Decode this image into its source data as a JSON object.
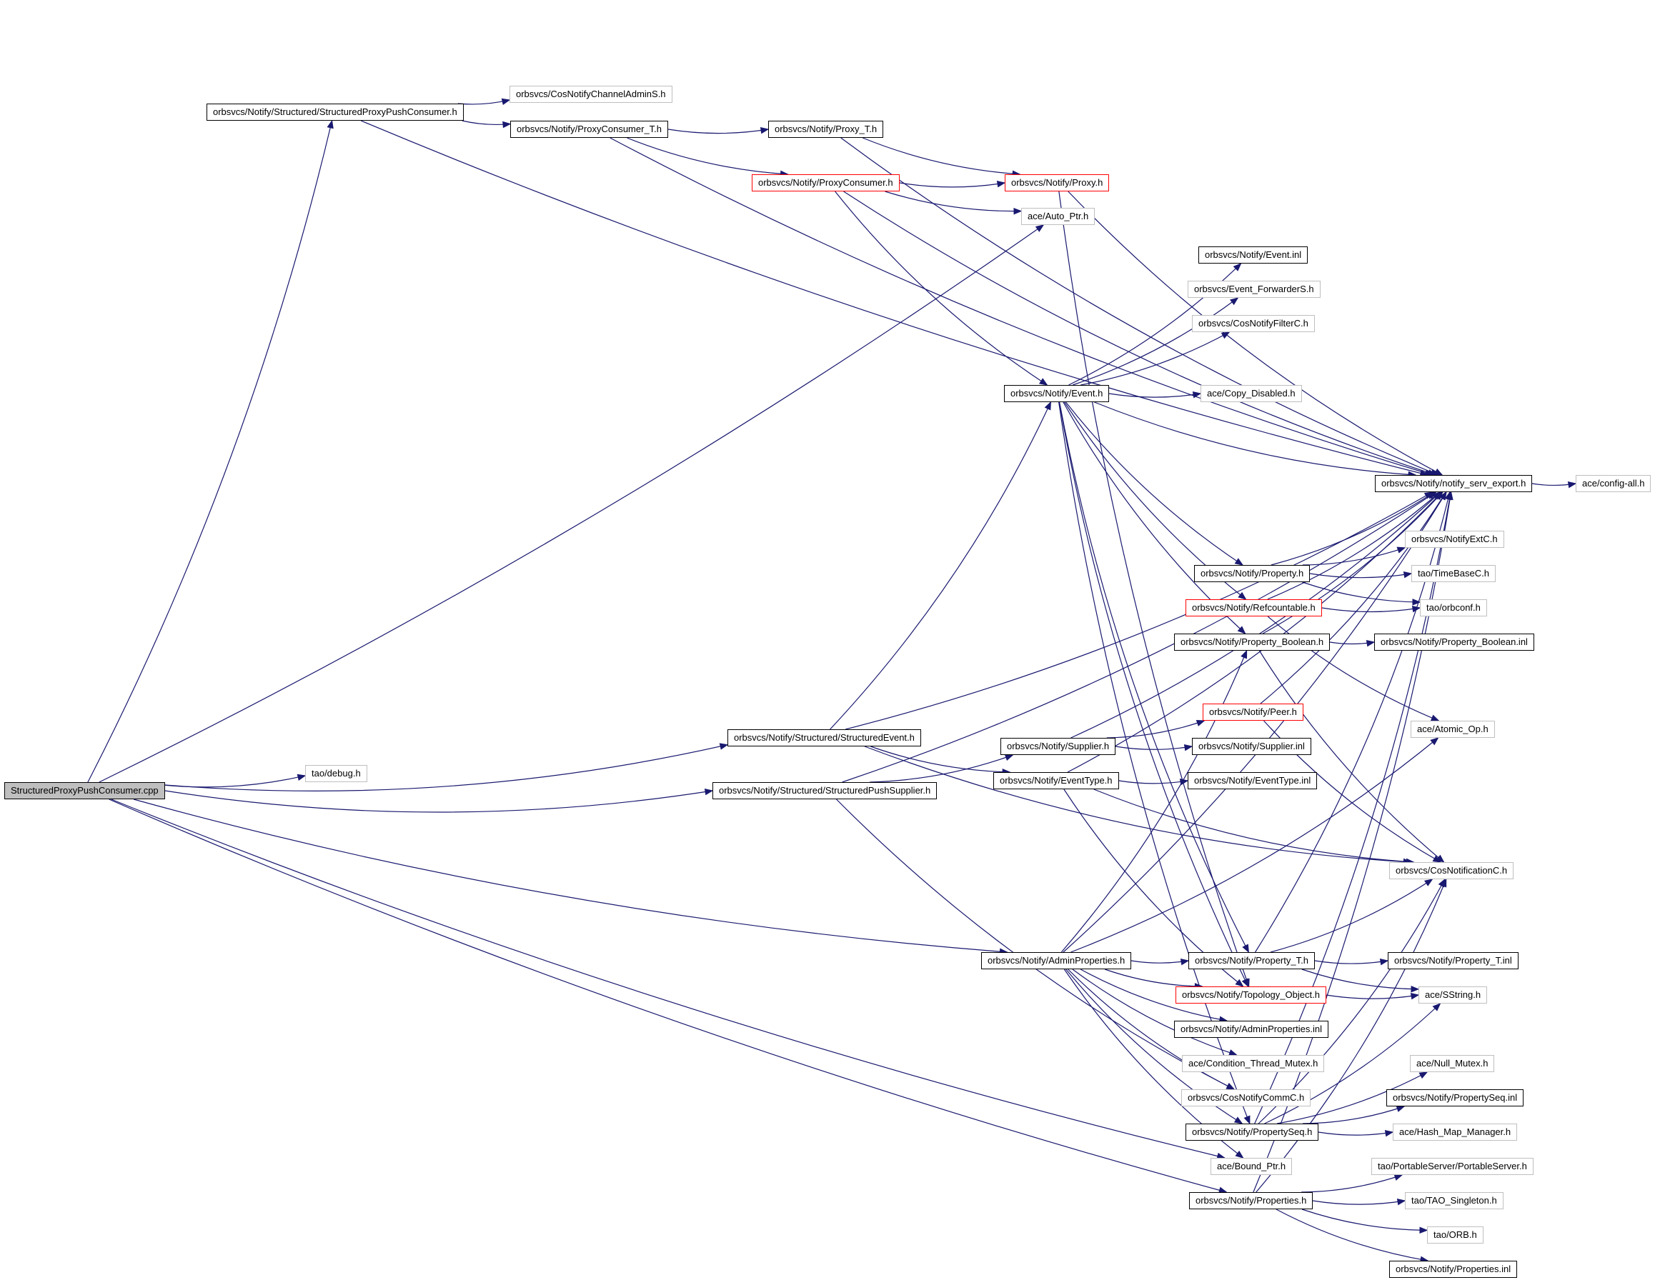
{
  "graph": {
    "nodes": {
      "root": "StructuredProxyPushConsumer.cpp",
      "sppc_h": "orbsvcs/Notify/Structured/StructuredProxyPushConsumer.h",
      "cosnotify_chanadmin_s": "orbsvcs/CosNotifyChannelAdminS.h",
      "proxyconsumer_t": "orbsvcs/Notify/ProxyConsumer_T.h",
      "proxy_t": "orbsvcs/Notify/Proxy_T.h",
      "proxyconsumer": "orbsvcs/Notify/ProxyConsumer.h",
      "proxy": "orbsvcs/Notify/Proxy.h",
      "auto_ptr": "ace/Auto_Ptr.h",
      "event_inl": "orbsvcs/Notify/Event.inl",
      "event_forwarder_s": "orbsvcs/Event_ForwarderS.h",
      "cosnotifyfilter_c": "orbsvcs/CosNotifyFilterC.h",
      "event_h": "orbsvcs/Notify/Event.h",
      "copy_disabled": "ace/Copy_Disabled.h",
      "notify_serv_export": "orbsvcs/Notify/notify_serv_export.h",
      "config_all": "ace/config-all.h",
      "notifyext_c": "orbsvcs/NotifyExtC.h",
      "property_h": "orbsvcs/Notify/Property.h",
      "timebase_c": "tao/TimeBaseC.h",
      "refcountable": "orbsvcs/Notify/Refcountable.h",
      "orbconf": "tao/orbconf.h",
      "property_boolean_h": "orbsvcs/Notify/Property_Boolean.h",
      "property_boolean_inl": "orbsvcs/Notify/Property_Boolean.inl",
      "peer": "orbsvcs/Notify/Peer.h",
      "atomic_op": "ace/Atomic_Op.h",
      "structured_event": "orbsvcs/Notify/Structured/StructuredEvent.h",
      "supplier_h": "orbsvcs/Notify/Supplier.h",
      "supplier_inl": "orbsvcs/Notify/Supplier.inl",
      "tao_debug": "tao/debug.h",
      "structured_push_supplier": "orbsvcs/Notify/Structured/StructuredPushSupplier.h",
      "eventtype_h": "orbsvcs/Notify/EventType.h",
      "eventtype_inl": "orbsvcs/Notify/EventType.inl",
      "cosnotification_c": "orbsvcs/CosNotificationC.h",
      "adminproperties_h": "orbsvcs/Notify/AdminProperties.h",
      "property_t_h": "orbsvcs/Notify/Property_T.h",
      "property_t_inl": "orbsvcs/Notify/Property_T.inl",
      "topology_object": "orbsvcs/Notify/Topology_Object.h",
      "sstring": "ace/SString.h",
      "adminproperties_inl": "orbsvcs/Notify/AdminProperties.inl",
      "condition_thread_mutex": "ace/Condition_Thread_Mutex.h",
      "null_mutex": "ace/Null_Mutex.h",
      "cosnotifycomm_c": "orbsvcs/CosNotifyCommC.h",
      "propertyseq_inl": "orbsvcs/Notify/PropertySeq.inl",
      "propertyseq_h": "orbsvcs/Notify/PropertySeq.h",
      "hash_map_manager": "ace/Hash_Map_Manager.h",
      "bound_ptr": "ace/Bound_Ptr.h",
      "portableserver": "tao/PortableServer/PortableServer.h",
      "properties_h": "orbsvcs/Notify/Properties.h",
      "tao_singleton": "tao/TAO_Singleton.h",
      "tao_orb": "tao/ORB.h",
      "properties_inl": "orbsvcs/Notify/Properties.inl"
    },
    "edges": [
      [
        "root",
        "sppc_h"
      ],
      [
        "root",
        "auto_ptr"
      ],
      [
        "root",
        "structured_event"
      ],
      [
        "root",
        "tao_debug"
      ],
      [
        "root",
        "structured_push_supplier"
      ],
      [
        "root",
        "adminproperties_h"
      ],
      [
        "root",
        "bound_ptr"
      ],
      [
        "root",
        "properties_h"
      ],
      [
        "sppc_h",
        "cosnotify_chanadmin_s"
      ],
      [
        "sppc_h",
        "proxyconsumer_t"
      ],
      [
        "sppc_h",
        "notify_serv_export"
      ],
      [
        "proxyconsumer_t",
        "proxy_t"
      ],
      [
        "proxyconsumer_t",
        "proxyconsumer"
      ],
      [
        "proxyconsumer_t",
        "notify_serv_export"
      ],
      [
        "proxy_t",
        "proxy"
      ],
      [
        "proxy_t",
        "notify_serv_export"
      ],
      [
        "proxyconsumer",
        "proxy"
      ],
      [
        "proxyconsumer",
        "auto_ptr"
      ],
      [
        "proxyconsumer",
        "event_h"
      ],
      [
        "proxyconsumer",
        "notify_serv_export"
      ],
      [
        "proxy",
        "notify_serv_export"
      ],
      [
        "proxy",
        "topology_object"
      ],
      [
        "event_h",
        "event_inl"
      ],
      [
        "event_h",
        "event_forwarder_s"
      ],
      [
        "event_h",
        "cosnotifyfilter_c"
      ],
      [
        "event_h",
        "copy_disabled"
      ],
      [
        "event_h",
        "notify_serv_export"
      ],
      [
        "event_h",
        "property_h"
      ],
      [
        "event_h",
        "refcountable"
      ],
      [
        "event_h",
        "property_boolean_h"
      ],
      [
        "event_h",
        "property_t_h"
      ],
      [
        "event_h",
        "topology_object"
      ],
      [
        "event_h",
        "propertyseq_h"
      ],
      [
        "notify_serv_export",
        "config_all"
      ],
      [
        "property_h",
        "notifyext_c"
      ],
      [
        "property_h",
        "timebase_c"
      ],
      [
        "property_h",
        "orbconf"
      ],
      [
        "property_h",
        "notify_serv_export"
      ],
      [
        "refcountable",
        "orbconf"
      ],
      [
        "refcountable",
        "atomic_op"
      ],
      [
        "refcountable",
        "notify_serv_export"
      ],
      [
        "property_boolean_h",
        "property_boolean_inl"
      ],
      [
        "property_boolean_h",
        "notify_serv_export"
      ],
      [
        "property_boolean_h",
        "cosnotification_c"
      ],
      [
        "peer",
        "notify_serv_export"
      ],
      [
        "peer",
        "cosnotification_c"
      ],
      [
        "structured_event",
        "event_h"
      ],
      [
        "structured_event",
        "eventtype_h"
      ],
      [
        "structured_event",
        "cosnotification_c"
      ],
      [
        "structured_event",
        "notify_serv_export"
      ],
      [
        "structured_push_supplier",
        "supplier_h"
      ],
      [
        "structured_push_supplier",
        "notify_serv_export"
      ],
      [
        "structured_push_supplier",
        "cosnotifycomm_c"
      ],
      [
        "supplier_h",
        "peer"
      ],
      [
        "supplier_h",
        "supplier_inl"
      ],
      [
        "supplier_h",
        "notify_serv_export"
      ],
      [
        "eventtype_h",
        "eventtype_inl"
      ],
      [
        "eventtype_h",
        "cosnotification_c"
      ],
      [
        "eventtype_h",
        "notify_serv_export"
      ],
      [
        "eventtype_h",
        "topology_object"
      ],
      [
        "adminproperties_h",
        "property_t_h"
      ],
      [
        "adminproperties_h",
        "topology_object"
      ],
      [
        "adminproperties_h",
        "adminproperties_inl"
      ],
      [
        "adminproperties_h",
        "condition_thread_mutex"
      ],
      [
        "adminproperties_h",
        "cosnotifycomm_c"
      ],
      [
        "adminproperties_h",
        "propertyseq_h"
      ],
      [
        "adminproperties_h",
        "bound_ptr"
      ],
      [
        "adminproperties_h",
        "notify_serv_export"
      ],
      [
        "adminproperties_h",
        "property_boolean_h"
      ],
      [
        "adminproperties_h",
        "atomic_op"
      ],
      [
        "property_t_h",
        "property_t_inl"
      ],
      [
        "property_t_h",
        "sstring"
      ],
      [
        "property_t_h",
        "notify_serv_export"
      ],
      [
        "property_t_h",
        "cosnotification_c"
      ],
      [
        "topology_object",
        "sstring"
      ],
      [
        "propertyseq_h",
        "null_mutex"
      ],
      [
        "propertyseq_h",
        "propertyseq_inl"
      ],
      [
        "propertyseq_h",
        "hash_map_manager"
      ],
      [
        "propertyseq_h",
        "notify_serv_export"
      ],
      [
        "propertyseq_h",
        "cosnotification_c"
      ],
      [
        "propertyseq_h",
        "sstring"
      ],
      [
        "properties_h",
        "portableserver"
      ],
      [
        "properties_h",
        "tao_singleton"
      ],
      [
        "properties_h",
        "tao_orb"
      ],
      [
        "properties_h",
        "properties_inl"
      ],
      [
        "properties_h",
        "notify_serv_export"
      ],
      [
        "properties_h",
        "cosnotification_c"
      ]
    ]
  }
}
